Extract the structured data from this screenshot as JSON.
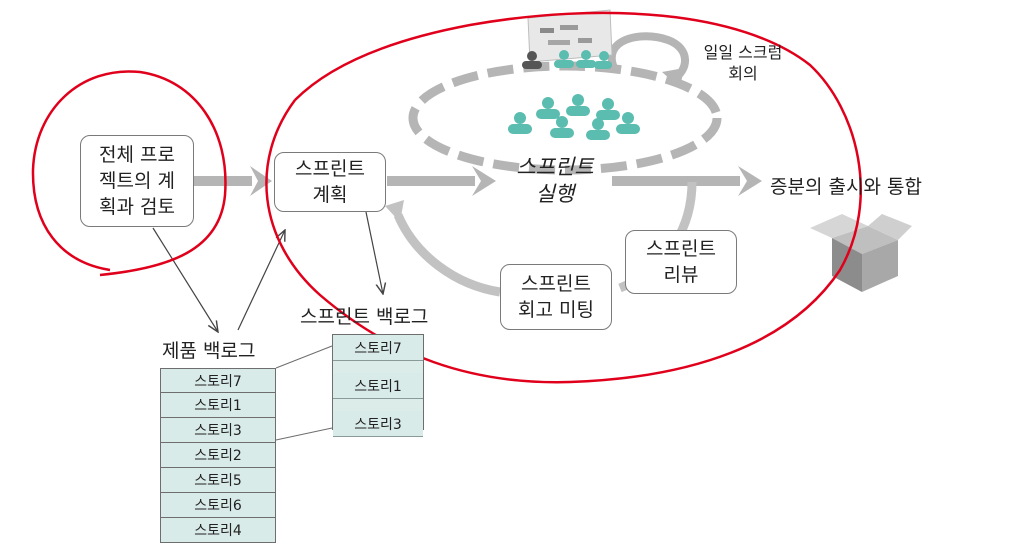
{
  "diagram": {
    "review_box": "전체 프로\n젝트의 계\n획과 검토",
    "planning_box": "스프린트\n계획",
    "execution_label": "스프린트\n실행",
    "daily_scrum_label": "일일 스크럼\n회의",
    "increment_label": "증분의 출시와 통합",
    "retro_box": "스프린트\n회고 미팅",
    "sprint_review_box": "스프린트\n리뷰",
    "product_backlog_title": "제품 백로그",
    "sprint_backlog_title": "스프린트 백로그",
    "product_backlog_items": [
      "스토리7",
      "스토리1",
      "스토리3",
      "스토리2",
      "스토리5",
      "스토리6",
      "스토리4"
    ],
    "sprint_backlog_items": [
      "스토리7",
      "스토리1",
      "스토리3"
    ]
  },
  "colors": {
    "arrow_gray": "#b5b5b5",
    "annotation_red": "#e0001b",
    "team_teal": "#5bbcb0",
    "backlog_fill": "#d9ebe8"
  },
  "icons": [
    "team-icon",
    "board-icon",
    "box-icon"
  ]
}
